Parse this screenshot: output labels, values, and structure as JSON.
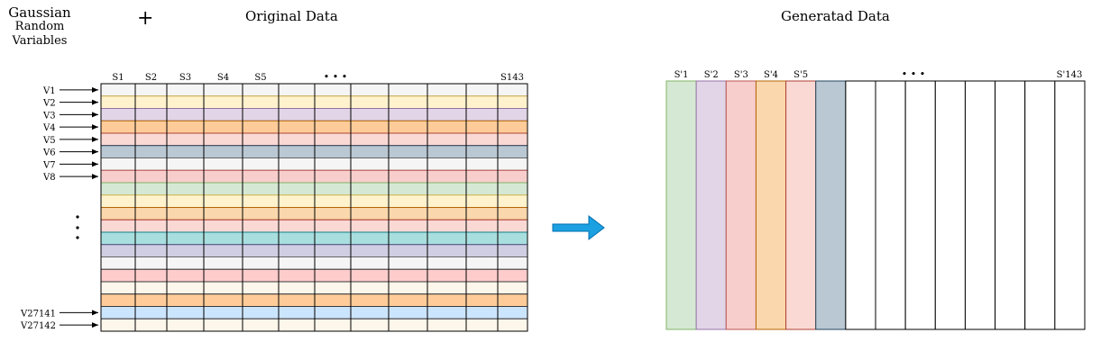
{
  "caption": {
    "line1": "Gaussian",
    "line2": "Random",
    "line3": "Variables",
    "plus": "+"
  },
  "original": {
    "title": "Original Data",
    "columns": [
      "S1",
      "S2",
      "S3",
      "S4",
      "S5",
      "",
      "",
      "",
      "",
      "",
      ""
    ],
    "ellipsis": "• • •",
    "last_column": "S143",
    "row_labels": [
      "V1",
      "V2",
      "V3",
      "V4",
      "V5",
      "V6",
      "V7",
      "V8"
    ],
    "row_ellipsis": "⋮",
    "tail_labels": [
      "V27141",
      "V27142"
    ],
    "row_fills": [
      "#f5f5f5",
      "#fff2cc",
      "#e1d5e7",
      "#ffcc99",
      "#fad9d5",
      "#bac8d3",
      "#f5f5f5",
      "#f8cecc",
      "#d5e8d4",
      "#fff2cc",
      "#fad7ac",
      "#fad9d5",
      "#a8dede",
      "#d0cee2",
      "#f5f5f5",
      "#ffcccc",
      "#fdf6ea",
      "#ffcc99",
      "#cce5ff",
      "#fdf6ea"
    ],
    "row_strokes": [
      "#666666",
      "#d6b656",
      "#9673a6",
      "#b46504",
      "#ae4132",
      "#23445d",
      "#666666",
      "#b85450",
      "#82b366",
      "#d6b656",
      "#b46504",
      "#ae4132",
      "#0e8088",
      "#56517e",
      "#666666",
      "#36393d",
      "#36393d",
      "#36393d",
      "#36393d",
      "#36393d"
    ]
  },
  "generated": {
    "title": "Generatad Data",
    "columns": [
      "S'1",
      "S'2",
      "S'3",
      "S'4",
      "S'5",
      "",
      "",
      "",
      "",
      "",
      "",
      "",
      "",
      ""
    ],
    "ellipsis": "• • •",
    "last_column": "S'143",
    "col_fills": [
      "#d5e8d4",
      "#e1d5e7",
      "#f8cecc",
      "#fad7ac",
      "#fad9d5",
      "#bac8d3",
      "#ffffff",
      "#ffffff",
      "#ffffff",
      "#ffffff",
      "#ffffff",
      "#ffffff",
      "#ffffff",
      "#ffffff"
    ],
    "col_strokes": [
      "#82b366",
      "#9673a6",
      "#b85450",
      "#b46504",
      "#ae4132",
      "#23445d",
      "#000000",
      "#000000",
      "#000000",
      "#000000",
      "#000000",
      "#000000",
      "#000000",
      "#000000"
    ]
  },
  "colors": {
    "arrow": "#1ba1e2",
    "arrow_stroke": "#006eaf"
  }
}
